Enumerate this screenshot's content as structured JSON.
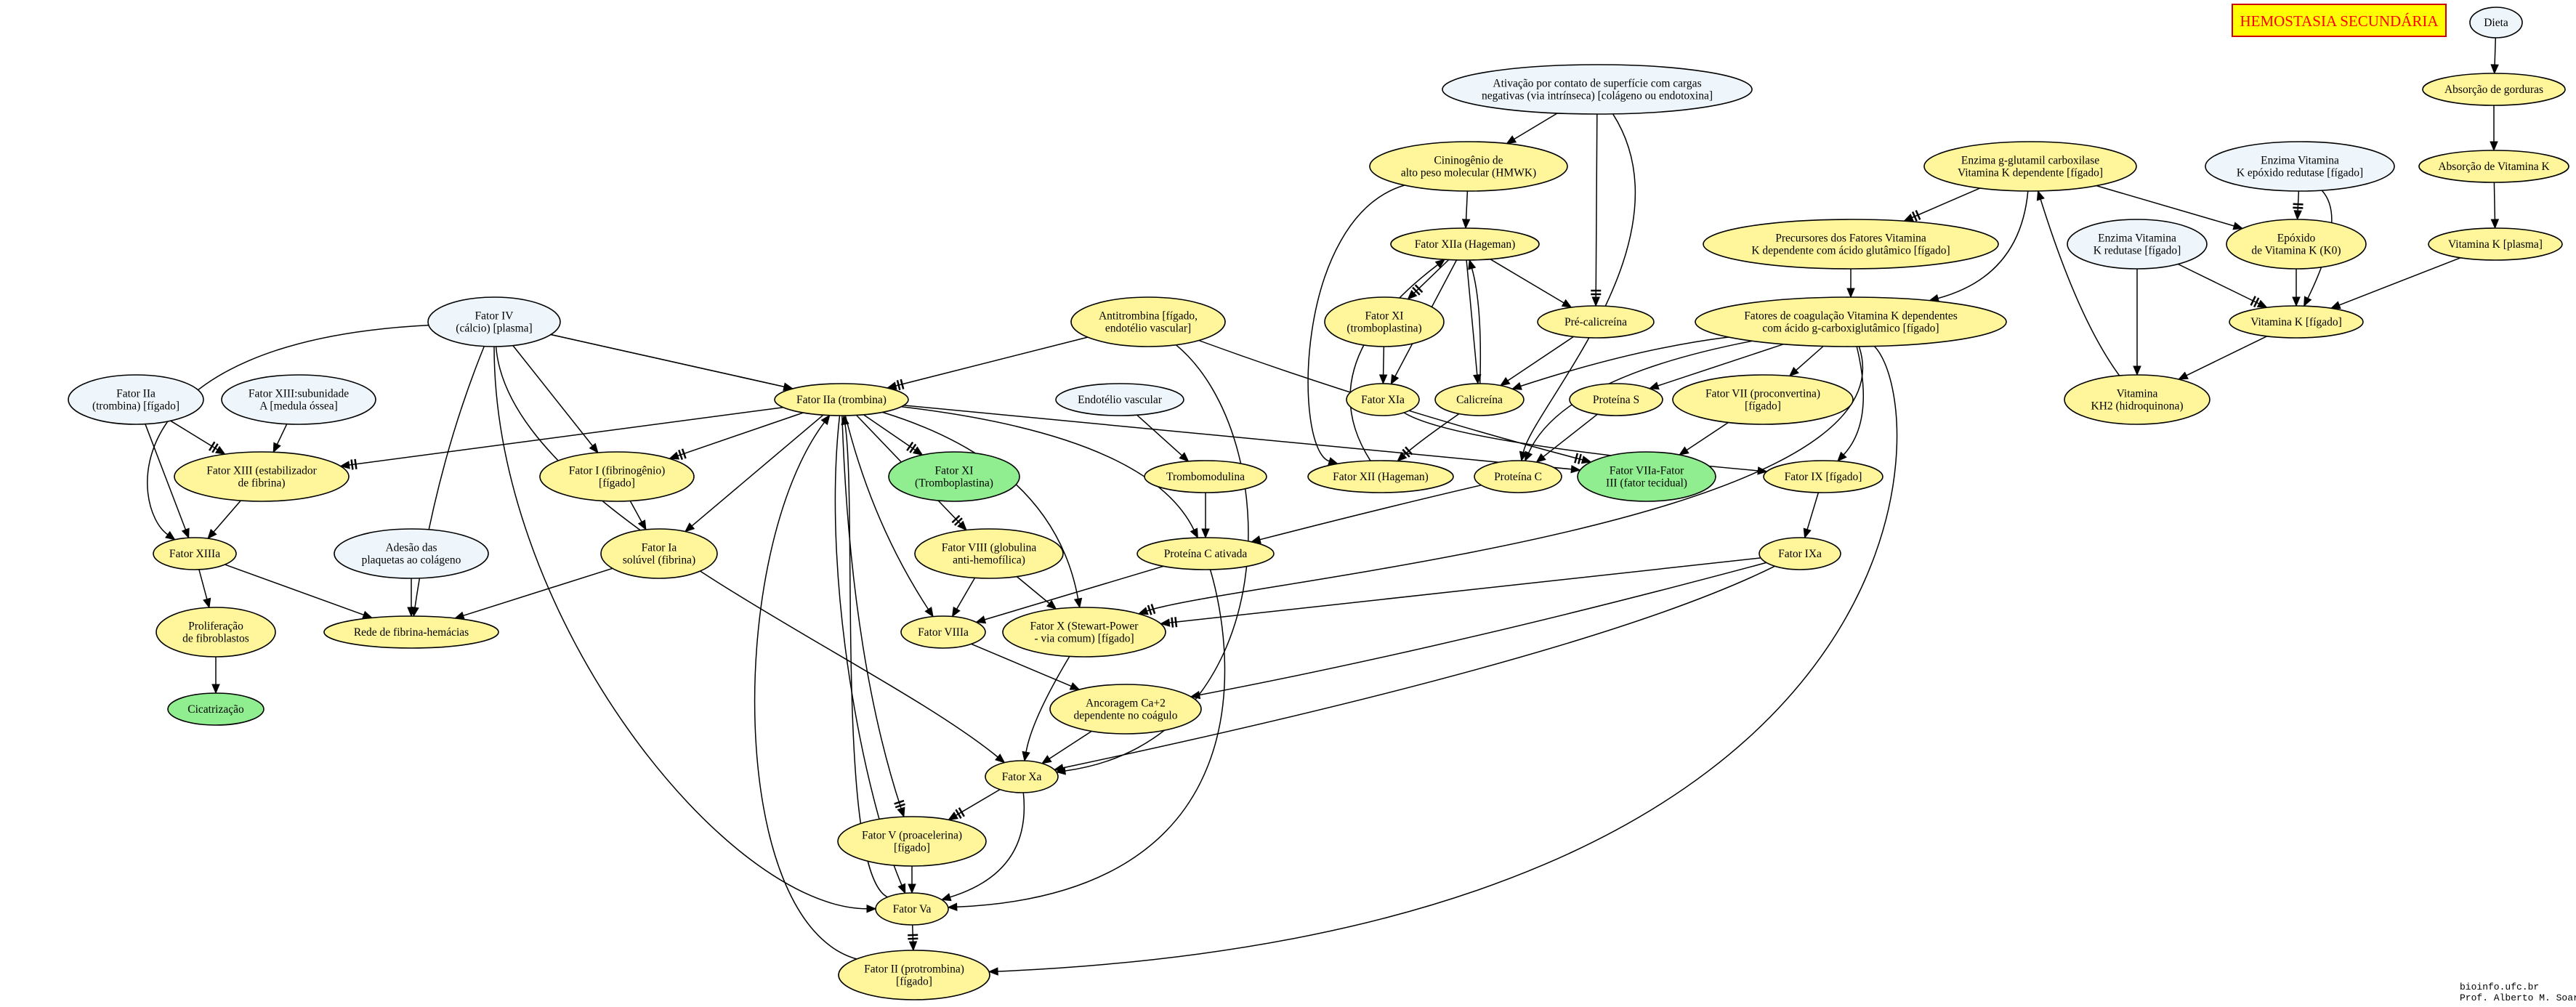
{
  "title": "HEMOSTASIA SECUNDÁRIA",
  "credits": [
    "bioinfo.ufc.br",
    "Prof. Alberto M. Soares"
  ],
  "colors": {
    "yellow": "#fff59a",
    "blue": "#eef6fc",
    "green": "#90ee90",
    "title_bg": "#ffff00",
    "title_fg": "#ff0000"
  },
  "nodes": {
    "dieta": {
      "lines": [
        "Dieta"
      ],
      "fill": "blue"
    },
    "abs_gord": {
      "lines": [
        "Absorção de gorduras"
      ],
      "fill": "yellow"
    },
    "abs_vitk": {
      "lines": [
        "Absorção de Vitamina K"
      ],
      "fill": "yellow"
    },
    "vitk_plasma": {
      "lines": [
        "Vitamina K [plasma]"
      ],
      "fill": "yellow"
    },
    "vitk_figado": {
      "lines": [
        "Vitamina K [fígado]"
      ],
      "fill": "yellow"
    },
    "epox_red": {
      "lines": [
        "Enzima Vitamina",
        "K epóxido redutase [fígado]"
      ],
      "fill": "blue"
    },
    "epoxido": {
      "lines": [
        "Epóxido",
        "de Vitamina K (K0)"
      ],
      "fill": "yellow"
    },
    "k_red": {
      "lines": [
        "Enzima Vitamina",
        "K redutase [fígado]"
      ],
      "fill": "blue"
    },
    "kh2": {
      "lines": [
        "Vitamina",
        "KH2 (hidroquinona)"
      ],
      "fill": "yellow"
    },
    "ggc": {
      "lines": [
        "Enzima g-glutamil carboxilase",
        "Vitamina K dependente [fígado]"
      ],
      "fill": "yellow"
    },
    "precursores": {
      "lines": [
        "Precursores dos Fatores Vitamina",
        "K dependente com ácido glutâmico [fígado]"
      ],
      "fill": "yellow"
    },
    "fatores_k": {
      "lines": [
        "Fatores de coagulação Vitamina K dependentes",
        "com ácido g-carboxiglutâmico [fígado]"
      ],
      "fill": "yellow"
    },
    "fvii": {
      "lines": [
        "Fator VII (proconvertina)",
        "[fígado]"
      ],
      "fill": "yellow"
    },
    "fix": {
      "lines": [
        "Fator IX [fígado]"
      ],
      "fill": "yellow"
    },
    "fixa": {
      "lines": [
        "Fator IXa"
      ],
      "fill": "yellow"
    },
    "fviia_iii": {
      "lines": [
        "Fator VIIa-Fator",
        "III (fator tecidual)"
      ],
      "fill": "green"
    },
    "prot_s": {
      "lines": [
        "Proteína S"
      ],
      "fill": "yellow"
    },
    "prot_c": {
      "lines": [
        "Proteína C"
      ],
      "fill": "yellow"
    },
    "ativacao": {
      "lines": [
        "Ativação por contato de superfície com cargas",
        "negativas (via intrínseca) [colágeno ou endotoxina]"
      ],
      "fill": "blue"
    },
    "hmwk": {
      "lines": [
        "Cininogênio de",
        "alto peso molecular (HMWK)"
      ],
      "fill": "yellow"
    },
    "fxiia": {
      "lines": [
        "Fator XIIa (Hageman)"
      ],
      "fill": "yellow"
    },
    "fxi_trombo": {
      "lines": [
        "Fator XI",
        "(tromboplastina)"
      ],
      "fill": "yellow"
    },
    "prekal": {
      "lines": [
        "Pré-calicreína"
      ],
      "fill": "yellow"
    },
    "fxia": {
      "lines": [
        "Fator XIa"
      ],
      "fill": "yellow"
    },
    "calicreina": {
      "lines": [
        "Calicreína"
      ],
      "fill": "yellow"
    },
    "fxii": {
      "lines": [
        "Fator XII (Hageman)"
      ],
      "fill": "yellow"
    },
    "antitrombina": {
      "lines": [
        "Antitrombina [fígado,",
        "endotélio vascular]"
      ],
      "fill": "yellow"
    },
    "endotelio": {
      "lines": [
        "Endotélio vascular"
      ],
      "fill": "blue"
    },
    "trombomodulina": {
      "lines": [
        "Trombomodulina"
      ],
      "fill": "yellow"
    },
    "prot_c_at": {
      "lines": [
        "Proteína C ativada"
      ],
      "fill": "yellow"
    },
    "fiv": {
      "lines": [
        "Fator IV",
        "(cálcio) [plasma]"
      ],
      "fill": "blue"
    },
    "fiia_fig": {
      "lines": [
        "Fator IIa",
        "(trombina) [fígado]"
      ],
      "fill": "blue"
    },
    "fxiii_sub": {
      "lines": [
        "Fator XIII:subunidade",
        "A [medula óssea]"
      ],
      "fill": "blue"
    },
    "fxiii": {
      "lines": [
        "Fator XIII (estabilizador",
        "de fibrina)"
      ],
      "fill": "yellow"
    },
    "fxiiia": {
      "lines": [
        "Fator XIIIa"
      ],
      "fill": "yellow"
    },
    "prolif": {
      "lines": [
        "Proliferação",
        "de fibroblastos"
      ],
      "fill": "yellow"
    },
    "cicatriz": {
      "lines": [
        "Cicatrização"
      ],
      "fill": "green"
    },
    "adesao": {
      "lines": [
        "Adesão das",
        "plaquetas ao colágeno"
      ],
      "fill": "blue"
    },
    "rede": {
      "lines": [
        "Rede de fibrina-hemácias"
      ],
      "fill": "yellow"
    },
    "fiia": {
      "lines": [
        "Fator IIa (trombina)"
      ],
      "fill": "yellow"
    },
    "fi": {
      "lines": [
        "Fator I (fibrinogênio)",
        "[fígado]"
      ],
      "fill": "yellow"
    },
    "fia": {
      "lines": [
        "Fator Ia",
        "solúvel (fibrina)"
      ],
      "fill": "yellow"
    },
    "fxi_green": {
      "lines": [
        "Fator XI",
        "(Tromboplastina)"
      ],
      "fill": "green"
    },
    "fviii": {
      "lines": [
        "Fator VIII (globulina",
        "anti-hemofílica)"
      ],
      "fill": "yellow"
    },
    "fviiia": {
      "lines": [
        "Fator VIIIa"
      ],
      "fill": "yellow"
    },
    "fx": {
      "lines": [
        "Fator X (Stewart-Power",
        "- via comum) [fígado]"
      ],
      "fill": "yellow"
    },
    "ancoragem": {
      "lines": [
        "Ancoragem Ca+2",
        "dependente no coágulo"
      ],
      "fill": "yellow"
    },
    "fxa": {
      "lines": [
        "Fator Xa"
      ],
      "fill": "yellow"
    },
    "fv": {
      "lines": [
        "Fator V (proacelerina)",
        "[fígado]"
      ],
      "fill": "yellow"
    },
    "fva": {
      "lines": [
        "Fator Va"
      ],
      "fill": "yellow"
    },
    "fii": {
      "lines": [
        "Fator II (protrombina)",
        "[fígado]"
      ],
      "fill": "yellow"
    }
  }
}
